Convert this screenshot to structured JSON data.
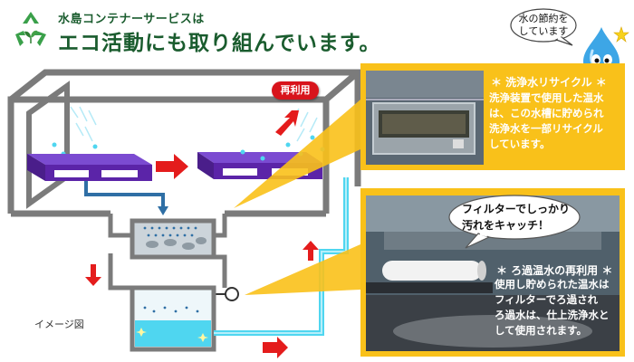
{
  "header": {
    "subtitle": "水島コンテナーサービスは",
    "title": "エコ活動にも取り組んでいます。"
  },
  "mascot": {
    "bubble_line1": "水の節約を",
    "bubble_line2": "しています"
  },
  "diagram": {
    "reuse_tag": "再利用",
    "caption": "イメージ図"
  },
  "panel_top": {
    "title": "＊ 洗浄水リサイクル ＊",
    "lines": [
      "洗浄装置で使用した温水",
      "は、この水槽に貯められ",
      "洗浄水を一部リサイクル",
      "しています。"
    ]
  },
  "panel_bottom": {
    "speech_line1": "フィルターでしっかり",
    "speech_line2": "汚れをキャッチ！",
    "title": "＊ ろ過温水の再利用 ＊",
    "lines": [
      "使用し貯められた温水は",
      "フィルターでろ過され",
      "ろ過水は、仕上洗浄水と",
      "して使用されます。"
    ]
  },
  "colors": {
    "header_green": "#1a5c2e",
    "panel_yellow": "#f9c11a",
    "pipe_grey": "#7b7b7b",
    "water_blue": "#4fd6f0",
    "arrow_red": "#e41c1c",
    "pallet_purple": "#5b24a8"
  }
}
